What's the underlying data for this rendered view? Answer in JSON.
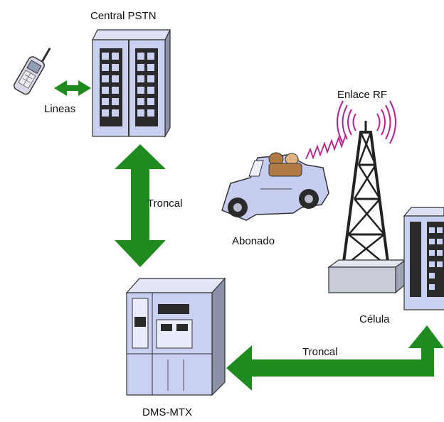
{
  "labels": {
    "central": "Central PSTN",
    "lineas": "Lineas",
    "troncal_vertical": "Troncal",
    "enlace": "Enlace RF",
    "abonado": "Abonado",
    "celula": "Célula",
    "troncal_horizontal": "Troncal",
    "dms": "DMS-MTX"
  },
  "colors": {
    "arrow_green": "#1f8a1f",
    "radio_waves": "#c0208f",
    "equipment_blue": "#c9d0f2",
    "equipment_dark": "#2a2a2a",
    "car_body": "#c6cdf0"
  }
}
